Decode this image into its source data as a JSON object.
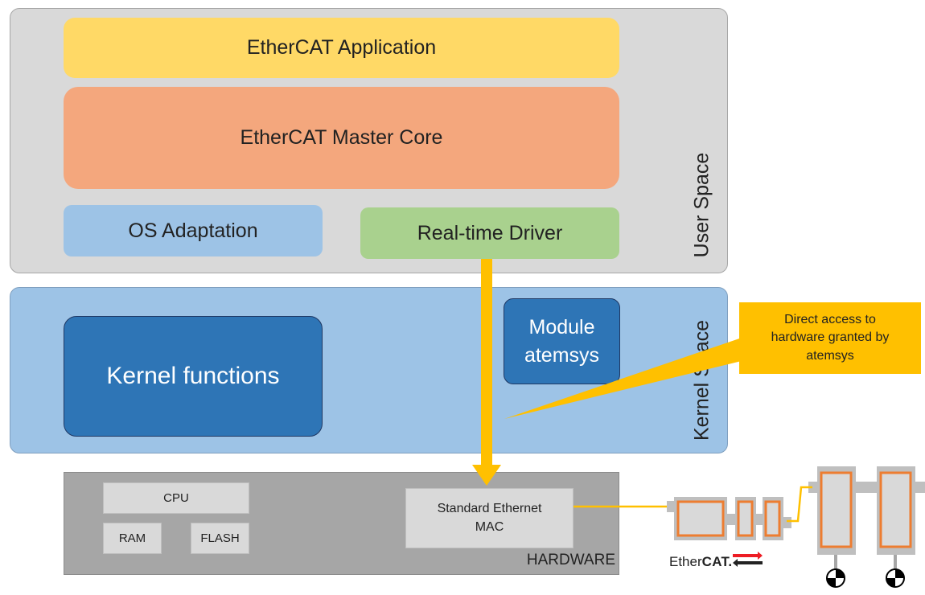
{
  "user_space": {
    "label": "User Space",
    "application": "EtherCAT Application",
    "master_core": "EtherCAT Master Core",
    "os_adaptation": "OS Adaptation",
    "realtime_driver": "Real-time Driver"
  },
  "kernel_space": {
    "label": "Kernel Space",
    "kernel_functions": "Kernel functions",
    "module_line1": "Module",
    "module_line2": "atemsys"
  },
  "callout": {
    "line1": "Direct access to",
    "line2": "hardware granted by",
    "line3": "atemsys"
  },
  "hardware": {
    "label": "HARDWARE",
    "cpu": "CPU",
    "ram": "RAM",
    "flash": "FLASH",
    "mac_line1": "Standard Ethernet",
    "mac_line2": "MAC"
  },
  "ethercat_logo": {
    "prefix": "Ether",
    "suffix": "CAT."
  },
  "colors": {
    "arrow": "#ffc000",
    "application": "#ffd966",
    "master_core": "#f4a77d",
    "os_adaptation": "#9dc3e6",
    "realtime_driver": "#a9d18e",
    "kernel_box": "#2e75b6",
    "slave_outline": "#ed7d31"
  }
}
